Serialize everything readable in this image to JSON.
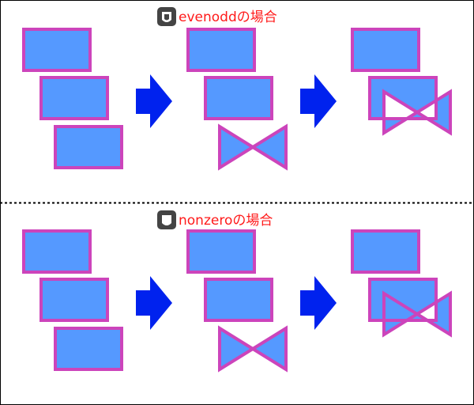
{
  "sections": [
    {
      "id": "evenodd",
      "title": "evenoddの場合",
      "icon": "evenodd-fill-rule-icon"
    },
    {
      "id": "nonzero",
      "title": "nonzeroの場合",
      "icon": "nonzero-fill-rule-icon"
    }
  ],
  "colors": {
    "fill": "#5599ff",
    "stroke": "#cc44bb",
    "arrow": "#0022ee",
    "title": "#ff1a1a",
    "icon_bg": "#444444",
    "divider": "#000000",
    "border": "#000000"
  }
}
